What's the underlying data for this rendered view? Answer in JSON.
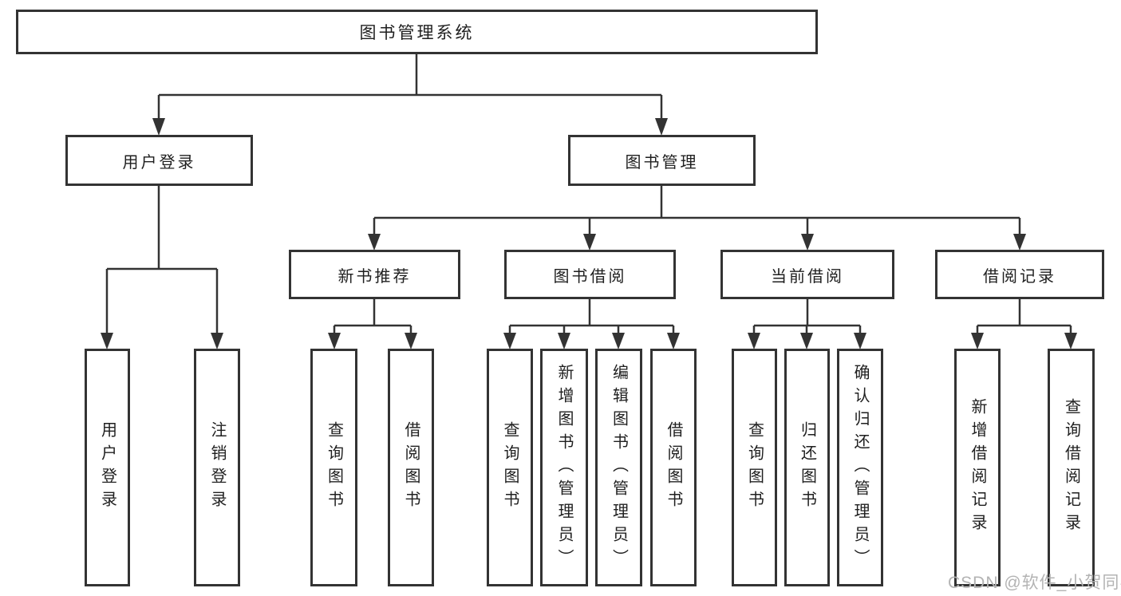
{
  "diagram": {
    "style": {
      "line_color": "#333333",
      "box_border_color": "#333333",
      "text_color": "#1f1f1f",
      "background_color": "#ffffff",
      "watermark_color": "#b3b3b3"
    },
    "tree": {
      "root": {
        "label": "图书管理系统",
        "children": [
          {
            "label": "用户登录",
            "children": [
              {
                "label": "用户登录"
              },
              {
                "label": "注销登录"
              }
            ]
          },
          {
            "label": "图书管理",
            "children": [
              {
                "label": "新书推荐",
                "children": [
                  {
                    "label": "查询图书"
                  },
                  {
                    "label": "借阅图书"
                  }
                ]
              },
              {
                "label": "图书借阅",
                "children": [
                  {
                    "label": "查询图书"
                  },
                  {
                    "label": "新增图书（管理员）"
                  },
                  {
                    "label": "编辑图书（管理员）"
                  },
                  {
                    "label": "借阅图书"
                  }
                ]
              },
              {
                "label": "当前借阅",
                "children": [
                  {
                    "label": "查询图书"
                  },
                  {
                    "label": "归还图书"
                  },
                  {
                    "label": "确认归还（管理员）"
                  }
                ]
              },
              {
                "label": "借阅记录",
                "children": [
                  {
                    "label": "新增借阅记录"
                  },
                  {
                    "label": "查询借阅记录"
                  }
                ]
              }
            ]
          }
        ]
      }
    },
    "watermark": "CSDN @软件_小贺同学"
  }
}
